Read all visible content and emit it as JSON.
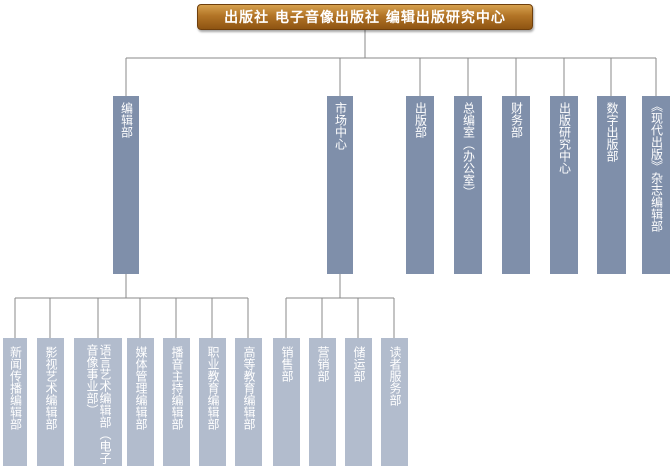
{
  "title": "出版社  电子音像出版社  编辑出版研究中心",
  "top_row": [
    {
      "id": "bianji",
      "label": "编辑部"
    },
    {
      "id": "shichang",
      "label": "市场中心"
    },
    {
      "id": "chuban",
      "label": "出版部"
    },
    {
      "id": "zongbian",
      "label": "总编室（办公室）"
    },
    {
      "id": "caiwu",
      "label": "财务部"
    },
    {
      "id": "yanjiu",
      "label": "出版研究中心"
    },
    {
      "id": "shuzi",
      "label": "数字出版部"
    },
    {
      "id": "zazhi",
      "label": "《现代出版》杂志编辑部"
    }
  ],
  "editing_subdepts": [
    {
      "label": "新闻传播编辑部"
    },
    {
      "label": "影视艺术编辑部"
    },
    {
      "label": "语言艺术编辑部（电子音像事业部）"
    },
    {
      "label": "媒体管理编辑部"
    },
    {
      "label": "播音主持编辑部"
    },
    {
      "label": "职业教育编辑部"
    },
    {
      "label": "高等教育编辑部"
    }
  ],
  "market_subdepts": [
    {
      "label": "销售部"
    },
    {
      "label": "营销部"
    },
    {
      "label": "储运部"
    },
    {
      "label": "读者服务部"
    }
  ],
  "colors": {
    "title_bg": "#b27426",
    "node_dark": "#7f8faa",
    "node_light": "#b2bccd",
    "connector": "#8a8a8a"
  }
}
